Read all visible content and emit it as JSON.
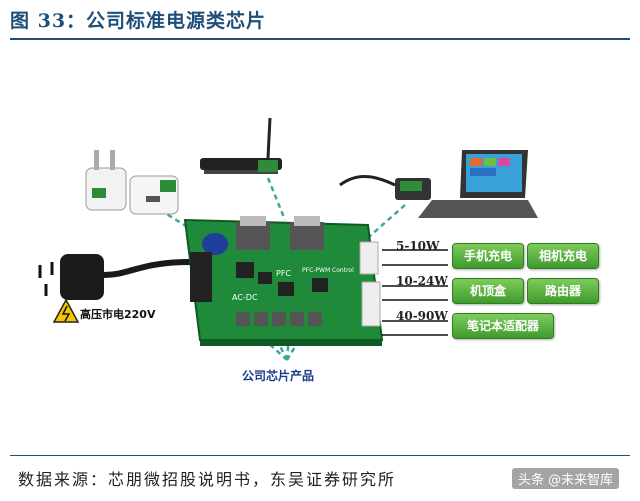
{
  "figure": {
    "title": "图 33：公司标准电源类芯片",
    "source": "数据来源：芯朋微招股说明书，东吴证券研究所",
    "watermark": "头条 @未来智库"
  },
  "labels": {
    "mains_voltage": "高压市电220V",
    "company_chips": "公司芯片产品",
    "pfc": "PFC",
    "acdc": "AC-DC",
    "pwm": "PFC-PWM Control"
  },
  "power_tiers": [
    {
      "range": "5-10W",
      "products": [
        "手机充电",
        "相机充电"
      ]
    },
    {
      "range": "10-24W",
      "products": [
        "机顶盒",
        "路由器"
      ]
    },
    {
      "range": "40-90W",
      "products": [
        "笔记本适配器"
      ]
    }
  ],
  "colors": {
    "accent": "#1f4e79",
    "button": "#4caf3a",
    "board": "#1e8a3a"
  }
}
